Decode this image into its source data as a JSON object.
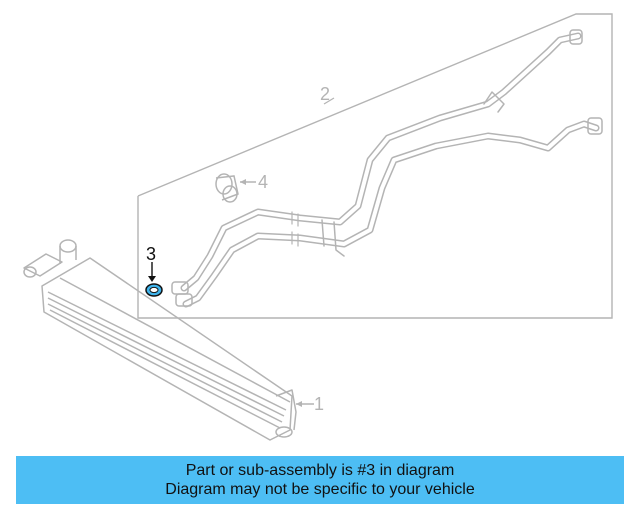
{
  "diagram": {
    "callouts": {
      "part1": "1",
      "part2": "2",
      "part3": "3",
      "part4": "4"
    },
    "highlight_color": "#3fb4ec",
    "line_color": "#b4b4b4"
  },
  "banner": {
    "line1": "Part or sub-assembly is #3 in diagram",
    "line2": "Diagram may not be specific to your vehicle",
    "background": "#4dbef4"
  }
}
